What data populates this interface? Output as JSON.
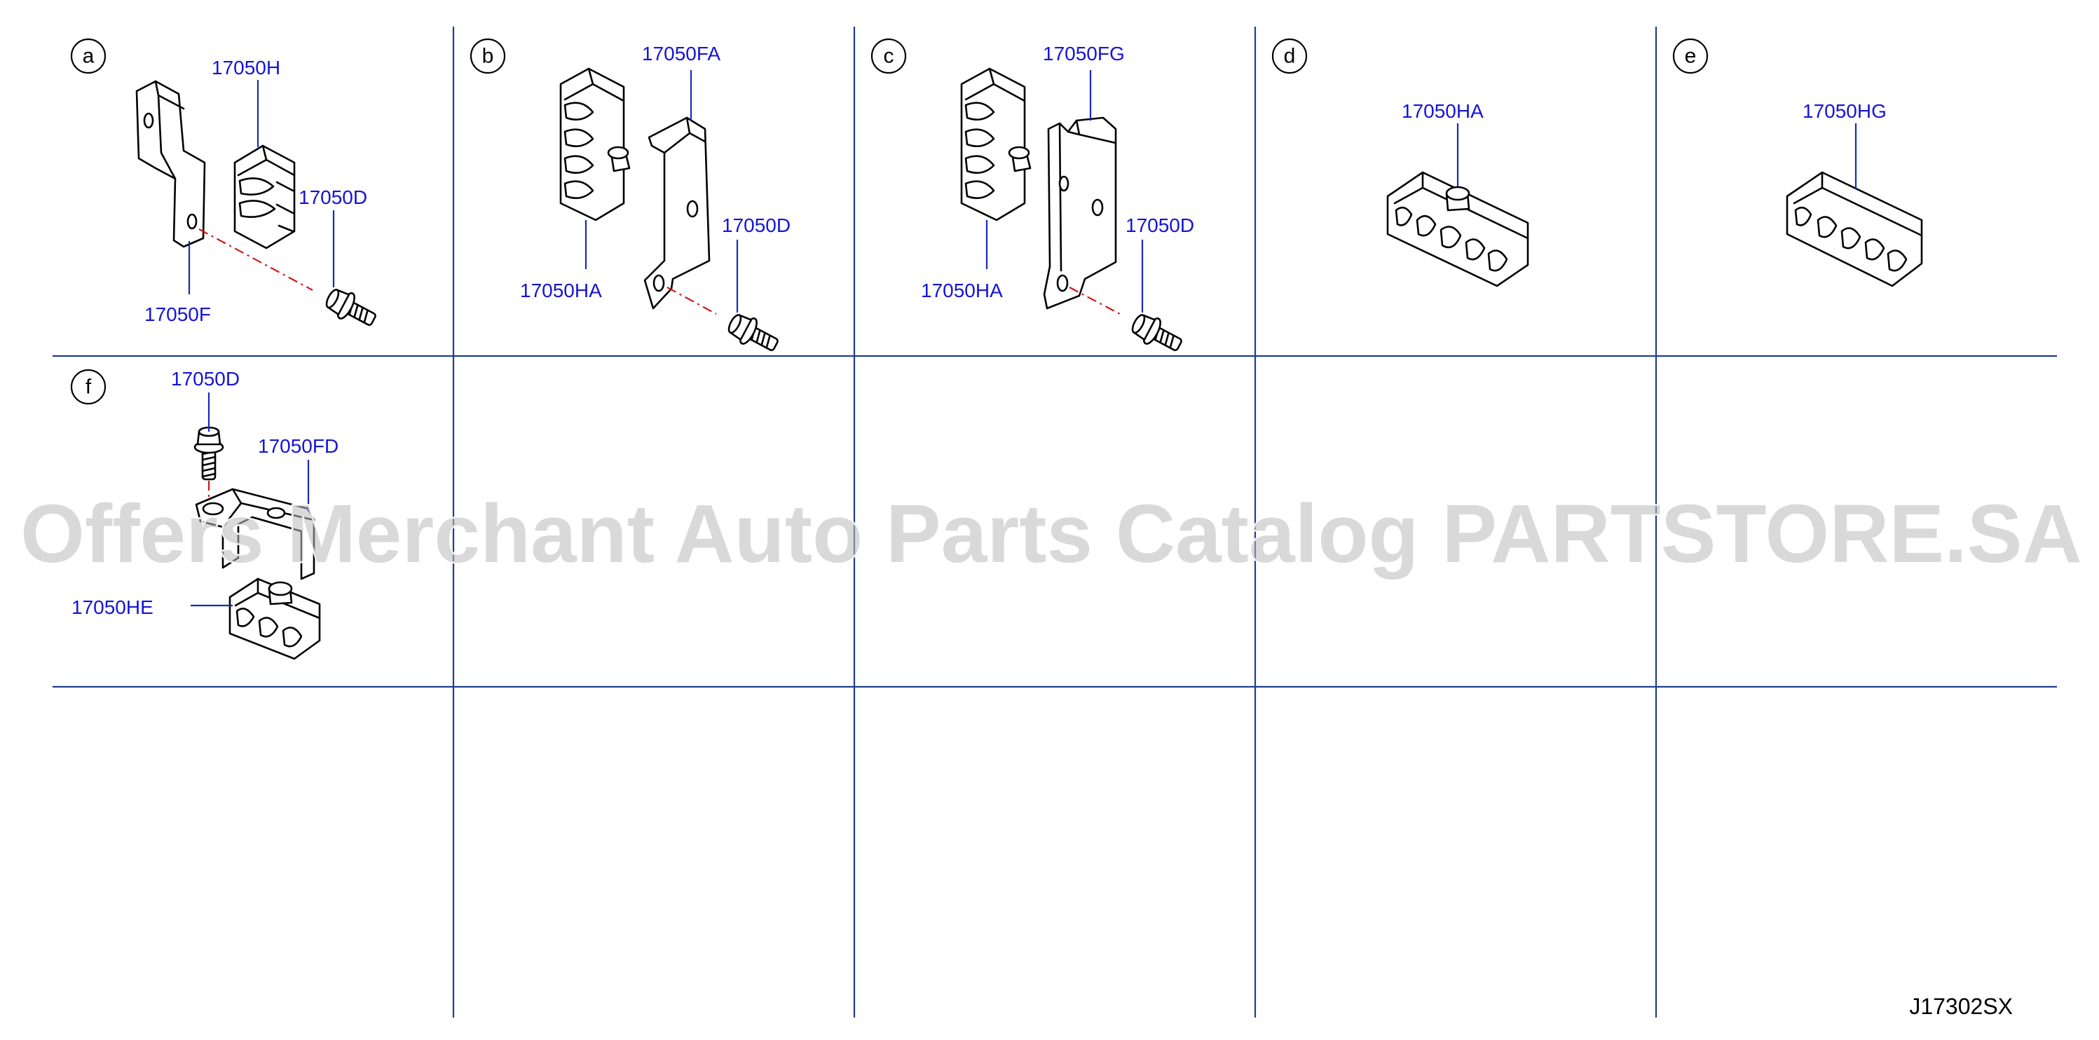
{
  "diagram_code": "J17302SX",
  "watermark": "Offers Merchant Auto Parts Catalog PARTSTORE.SA",
  "colors": {
    "grid": "#1f3f8c",
    "part_label": "#1414d6",
    "dash_line": "#d01818",
    "watermark": "#b9b9b9"
  },
  "cells": {
    "a": {
      "letter": "a",
      "parts": {
        "h": "17050H",
        "d": "17050D",
        "f": "17050F"
      }
    },
    "b": {
      "letter": "b",
      "parts": {
        "fa": "17050FA",
        "ha": "17050HA",
        "d": "17050D"
      }
    },
    "c": {
      "letter": "c",
      "parts": {
        "fg": "17050FG",
        "ha": "17050HA",
        "d": "17050D"
      }
    },
    "d": {
      "letter": "d",
      "parts": {
        "ha": "17050HA"
      }
    },
    "e": {
      "letter": "e",
      "parts": {
        "hg": "17050HG"
      }
    },
    "f": {
      "letter": "f",
      "parts": {
        "d": "17050D",
        "fd": "17050FD",
        "he": "17050HE"
      }
    }
  }
}
